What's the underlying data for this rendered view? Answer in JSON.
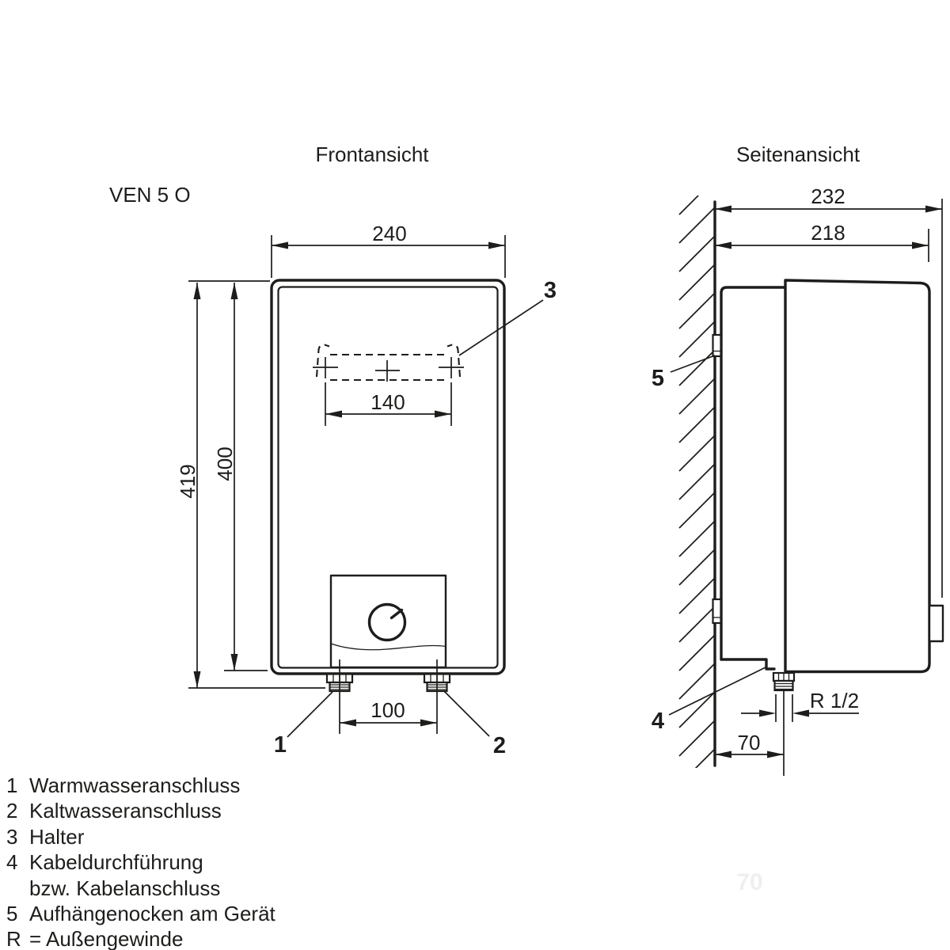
{
  "front_view": {
    "title": "Frontansicht",
    "model": "VEN 5 O",
    "dim_width": "240",
    "dim_height_total": "419",
    "dim_height_body": "400",
    "dim_bracket_width": "140",
    "dim_connection_spacing": "100",
    "callout_warm_water": "1",
    "callout_cold_water": "2",
    "callout_bracket": "3"
  },
  "side_view": {
    "title": "Seitenansicht",
    "dim_depth_total": "232",
    "dim_depth_body": "218",
    "dim_connection_wall_distance": "70",
    "thread_label": "R 1/2",
    "callout_cable": "4",
    "callout_hanging_cam": "5"
  },
  "legend": {
    "rows": [
      {
        "num": "1",
        "text": "Warmwasseranschluss"
      },
      {
        "num": "2",
        "text": "Kaltwasseranschluss"
      },
      {
        "num": "3",
        "text": "Halter"
      },
      {
        "num": "4",
        "text": "Kabeldurchführung"
      },
      {
        "num": "",
        "text": "bzw. Kabelanschluss"
      },
      {
        "num": "5",
        "text": "Aufhängenocken am Gerät"
      },
      {
        "num": "R",
        "text": "= Außengewinde"
      }
    ]
  },
  "watermark": {
    "ghost_text": "70"
  },
  "colors": {
    "line": "#1d1d1b",
    "background": "#ffffff"
  }
}
